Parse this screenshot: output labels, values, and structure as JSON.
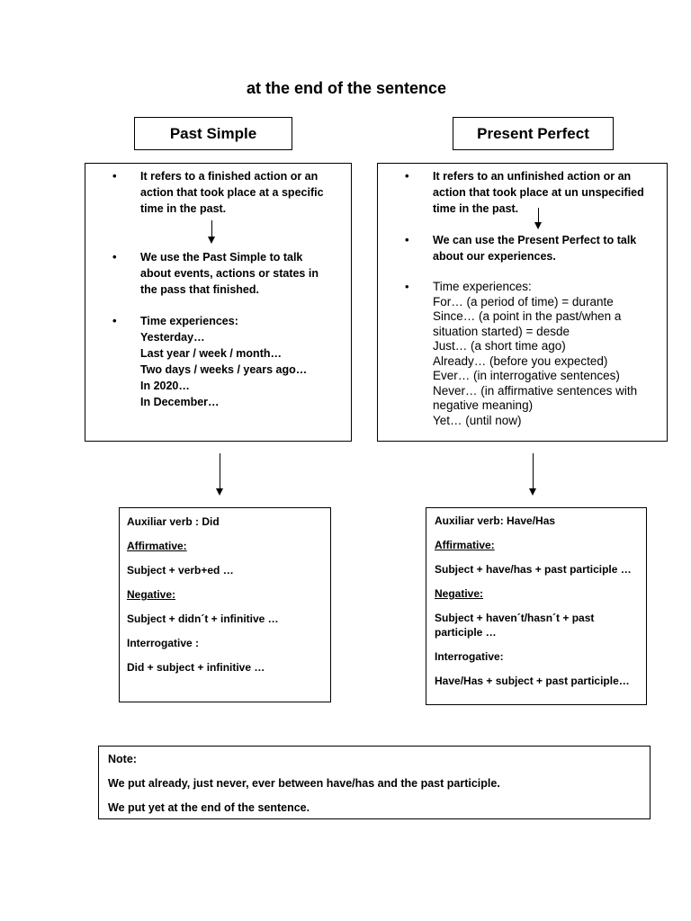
{
  "title": "at the end of the sentence",
  "past_simple": {
    "header": "Past Simple",
    "bullet1": "It refers to a finished action or an action that took place at a specific time in the past.",
    "bullet2": "We use the Past Simple to talk about events, actions or states in the pass that finished.",
    "bullet3_heading": "Time experiences:",
    "time_expressions": [
      "Yesterday…",
      "Last year / week / month…",
      "Two days / weeks / years ago…",
      "In 2020…",
      "In December…"
    ]
  },
  "present_perfect": {
    "header": "Present Perfect",
    "bullet1": "It refers to an unfinished action or an action that took place at un unspecified time in the past.",
    "bullet2": "We can use the Present Perfect to talk about our experiences.",
    "bullet3_heading": "Time experiences:",
    "time_expressions": [
      "For… (a period of time) = durante",
      "Since… (a point in the past/when a situation started) = desde",
      "Just… (a short time ago)",
      "Already… (before you expected)",
      "Ever… (in interrogative sentences)",
      "Never… (in affirmative sentences with negative meaning)",
      "Yet… (until now)"
    ]
  },
  "ps_structure": {
    "aux": "Auxiliar verb : Did",
    "aff_label": "Affirmative:",
    "aff": "Subject + verb+ed …",
    "neg_label": "Negative:",
    "neg": "Subject + didn´t + infinitive …",
    "int_label": "Interrogative :",
    "int": "Did + subject + infinitive …"
  },
  "pp_structure": {
    "aux": "Auxiliar verb: Have/Has",
    "aff_label": "Affirmative:",
    "aff": "Subject + have/has + past participle …",
    "neg_label": "Negative:",
    "neg": "Subject + haven´t/hasn´t + past participle …",
    "int_label": "Interrogative:",
    "int": "Have/Has + subject + past participle…"
  },
  "note": {
    "label": "Note:",
    "line1": "We put already, just never, ever between have/has and the past participle.",
    "line2": "We put yet at the end of the sentence."
  }
}
